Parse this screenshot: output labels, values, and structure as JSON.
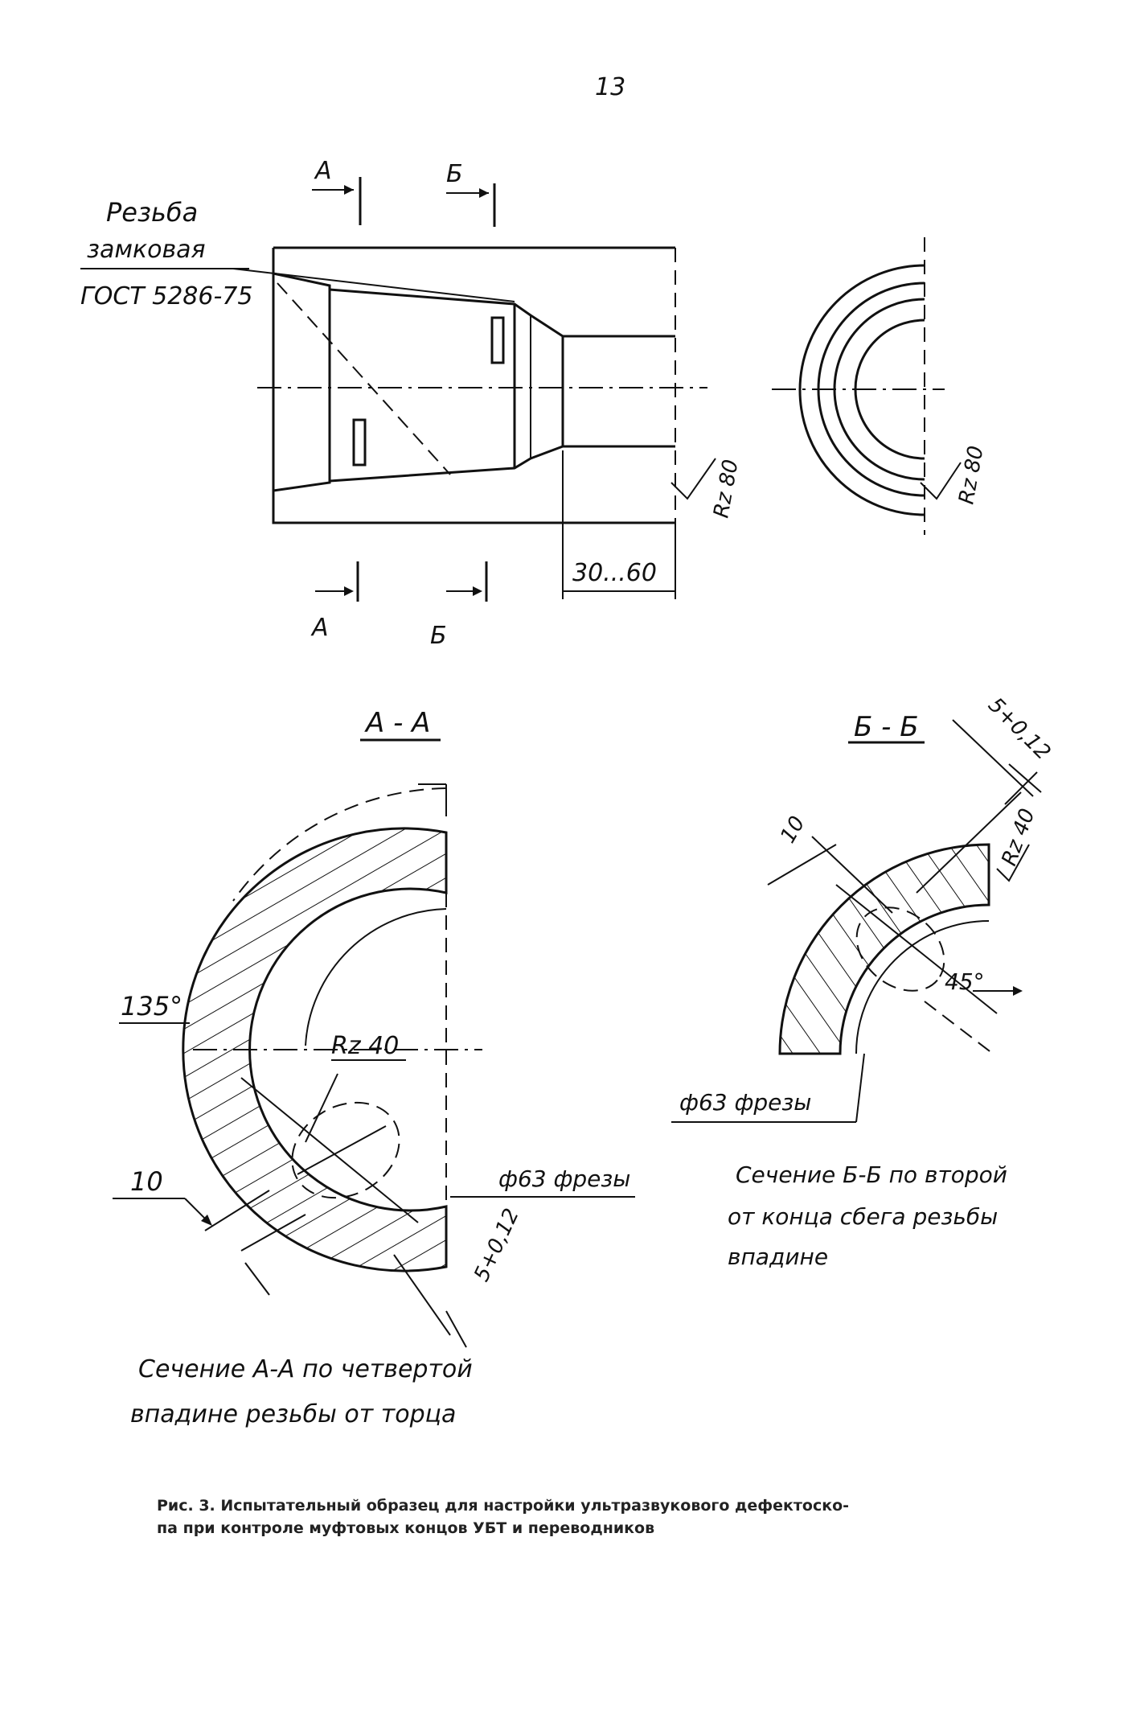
{
  "page_number": "13",
  "top_view": {
    "section_mark_a": "А",
    "section_mark_b": "Б",
    "thread_note_line1": "Резьба",
    "thread_note_line2": "замковая",
    "thread_note_line3": "ГОСТ 5286-75",
    "roughness_right": "Rz 80",
    "roughness_end": "Rz 80",
    "dimension": "30...60"
  },
  "section_aa": {
    "title": "А - А",
    "angle": "135°",
    "roughness": "Rz 40",
    "milling": "ф63 фрезы",
    "dim_10": "10",
    "dim_5": "5+0,12",
    "caption_line1": "Сечение А-А по четвертой",
    "caption_line2": "впадине резьбы от торца"
  },
  "section_bb": {
    "title": "Б - Б",
    "dim_5": "5+0,12",
    "roughness": "Rz 40",
    "dim_10": "10",
    "angle": "45°",
    "milling": "ф63 фрезы",
    "caption_line1": "Сечение Б-Б по второй",
    "caption_line2": "от конца сбега резьбы",
    "caption_line3": "впадине"
  },
  "figure_caption": {
    "line1": "Рис. 3. Испытательный образец для настройки ультразвукового дефектоско-",
    "line2": "па при контроле муфтовых концов УБТ и переводников"
  }
}
